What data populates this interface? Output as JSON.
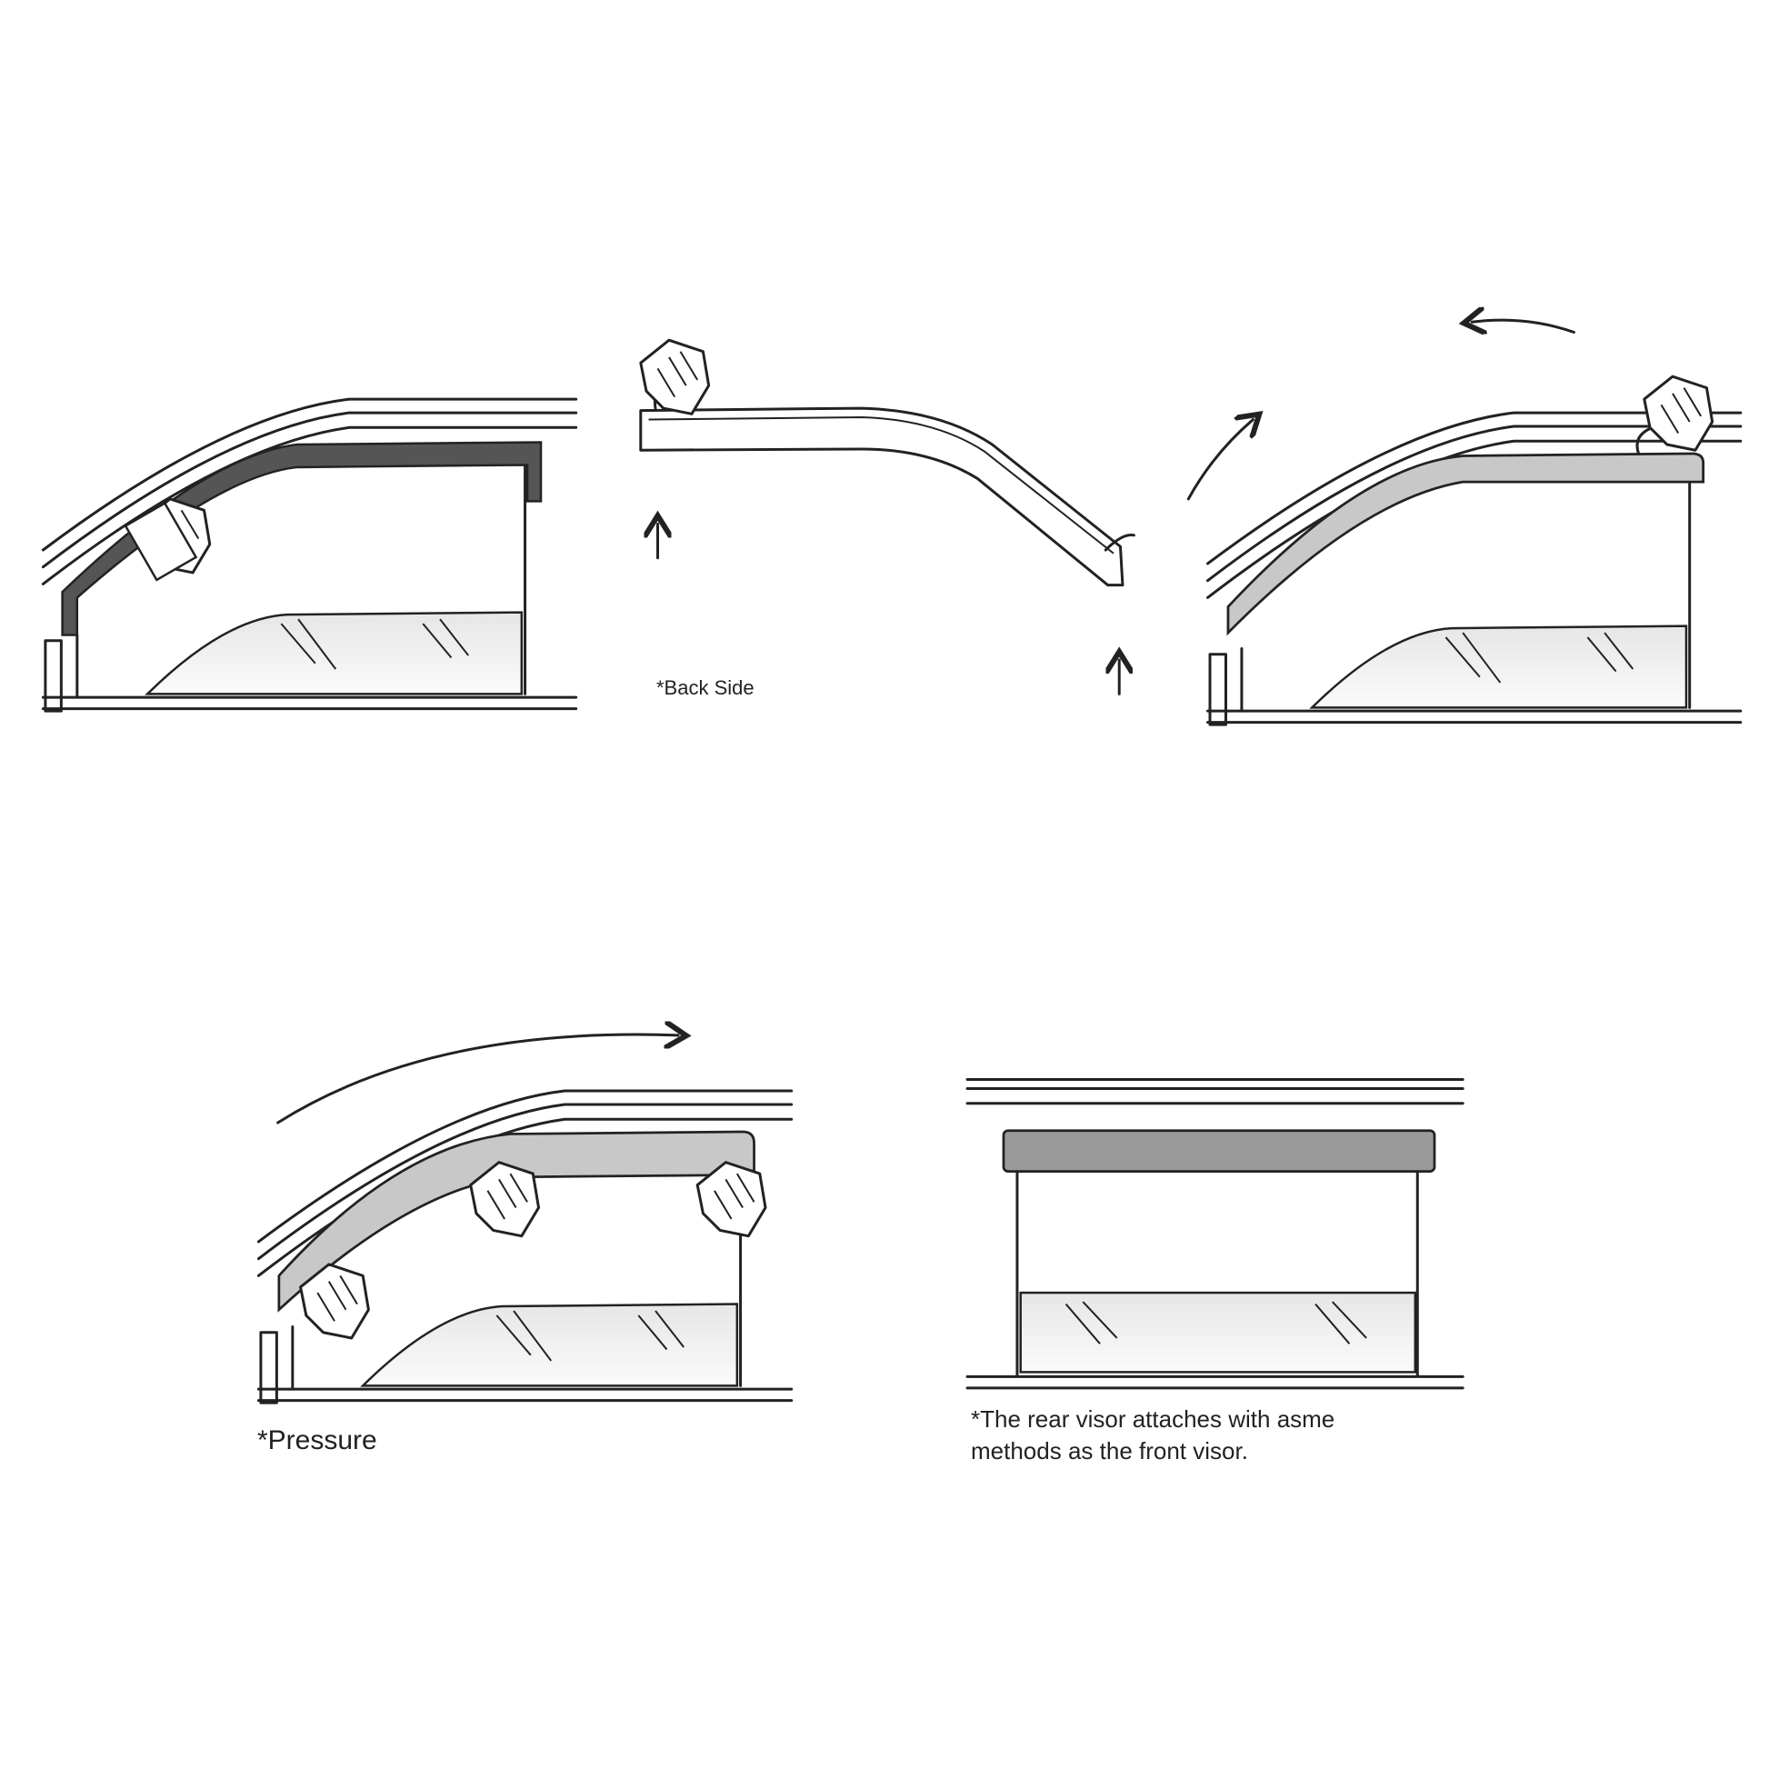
{
  "steps": [
    {
      "id": 1,
      "action": "clean-surface"
    },
    {
      "id": 2,
      "caption": "*Back Side",
      "action": "peel-tape"
    },
    {
      "id": 3,
      "action": "install-visor"
    },
    {
      "id": 4,
      "caption": "*Pressure",
      "action": "press-visor"
    },
    {
      "id": 5,
      "caption_line1": "*The rear visor attaches with asme",
      "caption_line2": "methods as the front visor.",
      "action": "rear-visor"
    }
  ],
  "colors": {
    "seal": "#555555",
    "visor": "#c8c8c8",
    "rear_visor": "#9a9a9a",
    "line": "#222222"
  }
}
